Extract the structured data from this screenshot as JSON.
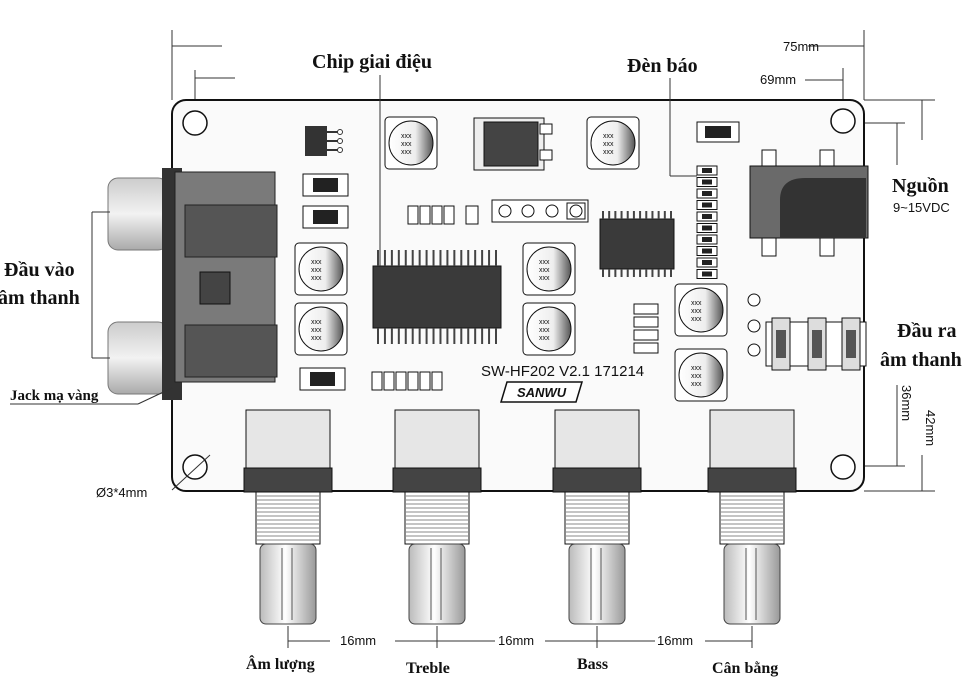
{
  "labels": {
    "chip": "Chip giai điệu",
    "led": "Đèn báo",
    "power": "Nguồn",
    "power_spec": "9~15VDC",
    "input_line1": "Đầu vào",
    "input_line2": "âm thanh",
    "output_line1": "Đầu ra",
    "output_line2": "âm thanh",
    "jack": "Jack mạ vàng",
    "model": "SW-HF202 V2.1 171214",
    "brand": "SANWU",
    "knobs": [
      "Âm lượng",
      "Treble",
      "Bass",
      "Cân bằng"
    ]
  },
  "dimensions": {
    "width_outer": "75mm",
    "width_inner": "69mm",
    "height_inner": "36mm",
    "height_outer": "42mm",
    "hole": "Ø3*4mm",
    "spacing": [
      "16mm",
      "16mm",
      "16mm"
    ]
  },
  "ic_marking": "xxx"
}
